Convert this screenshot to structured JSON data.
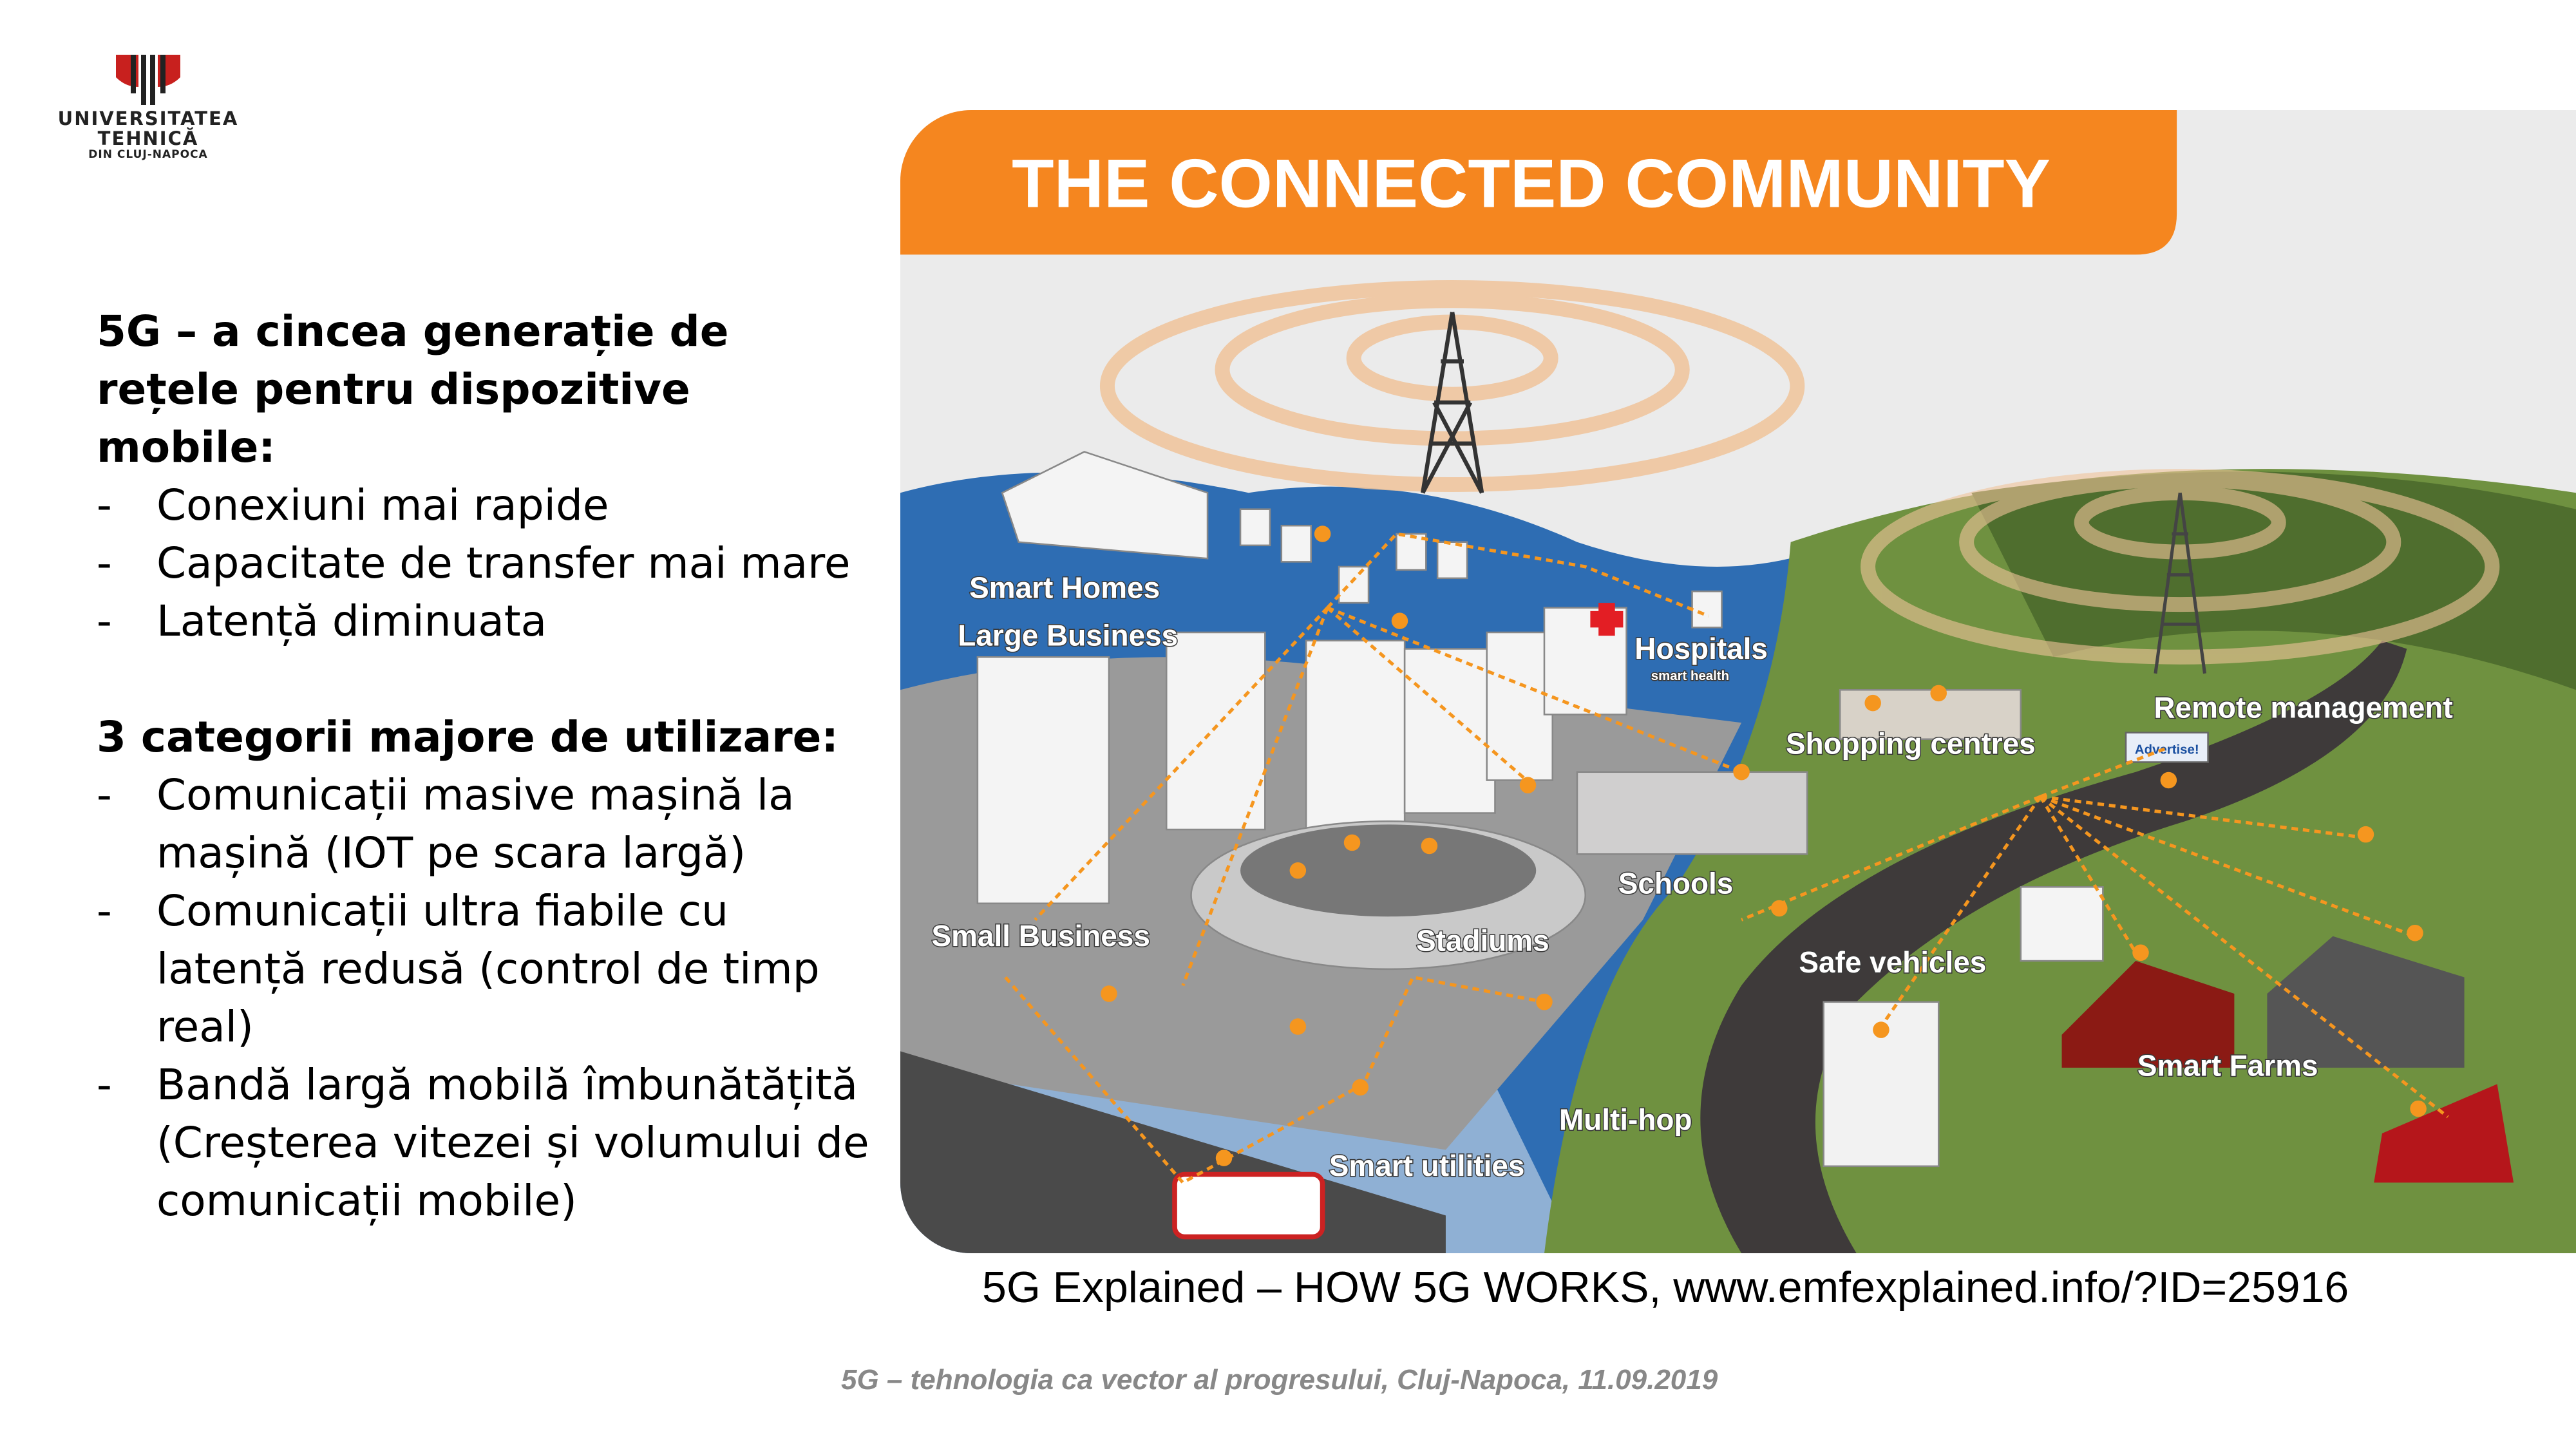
{
  "logo": {
    "line1": "UNIVERSITATEA",
    "line2": "TEHNICĂ",
    "line3": "DIN CLUJ-NAPOCA"
  },
  "left": {
    "heading1": "5G – a cincea generație de rețele pentru dispozitive mobile:",
    "list1": [
      "Conexiuni mai rapide",
      "Capacitate de transfer mai mare",
      "Latență diminuata"
    ],
    "heading2": "3 categorii majore de utilizare:",
    "list2": [
      "Comunicații masive mașină la mașină (IOT pe scara largă)",
      "Comunicații ultra fiabile cu latență redusă (control de timp real)",
      "Bandă largă mobilă îmbunătățită (Creșterea vitezei și volumului de comunicații mobile)"
    ],
    "bullet": "-"
  },
  "illustration": {
    "title": "THE CONNECTED COMMUNITY",
    "labels": {
      "smart_homes": "Smart Homes",
      "large_business": "Large Business",
      "hospitals": "Hospitals",
      "smart_health": "smart health",
      "shopping": "Shopping centres",
      "remote": "Remote management",
      "advertise": "Advertise!",
      "schools": "Schools",
      "small_business": "Small Business",
      "stadiums": "Stadiums",
      "safe_vehicles": "Safe vehicles",
      "smart_farms": "Smart Farms",
      "multi_hop": "Multi-hop",
      "smart_utilities": "Smart utilities"
    },
    "colors": {
      "banner": "#f5861f",
      "water": "#2e6db3",
      "grass": "#6f9140",
      "ring": "#f0c49a",
      "link": "#f5961f"
    }
  },
  "caption": "5G Explained – HOW 5G WORKS, www.emfexplained.info/?ID=25916",
  "footer": "5G – tehnologia ca vector al progresului, Cluj-Napoca, 11.09.2019"
}
